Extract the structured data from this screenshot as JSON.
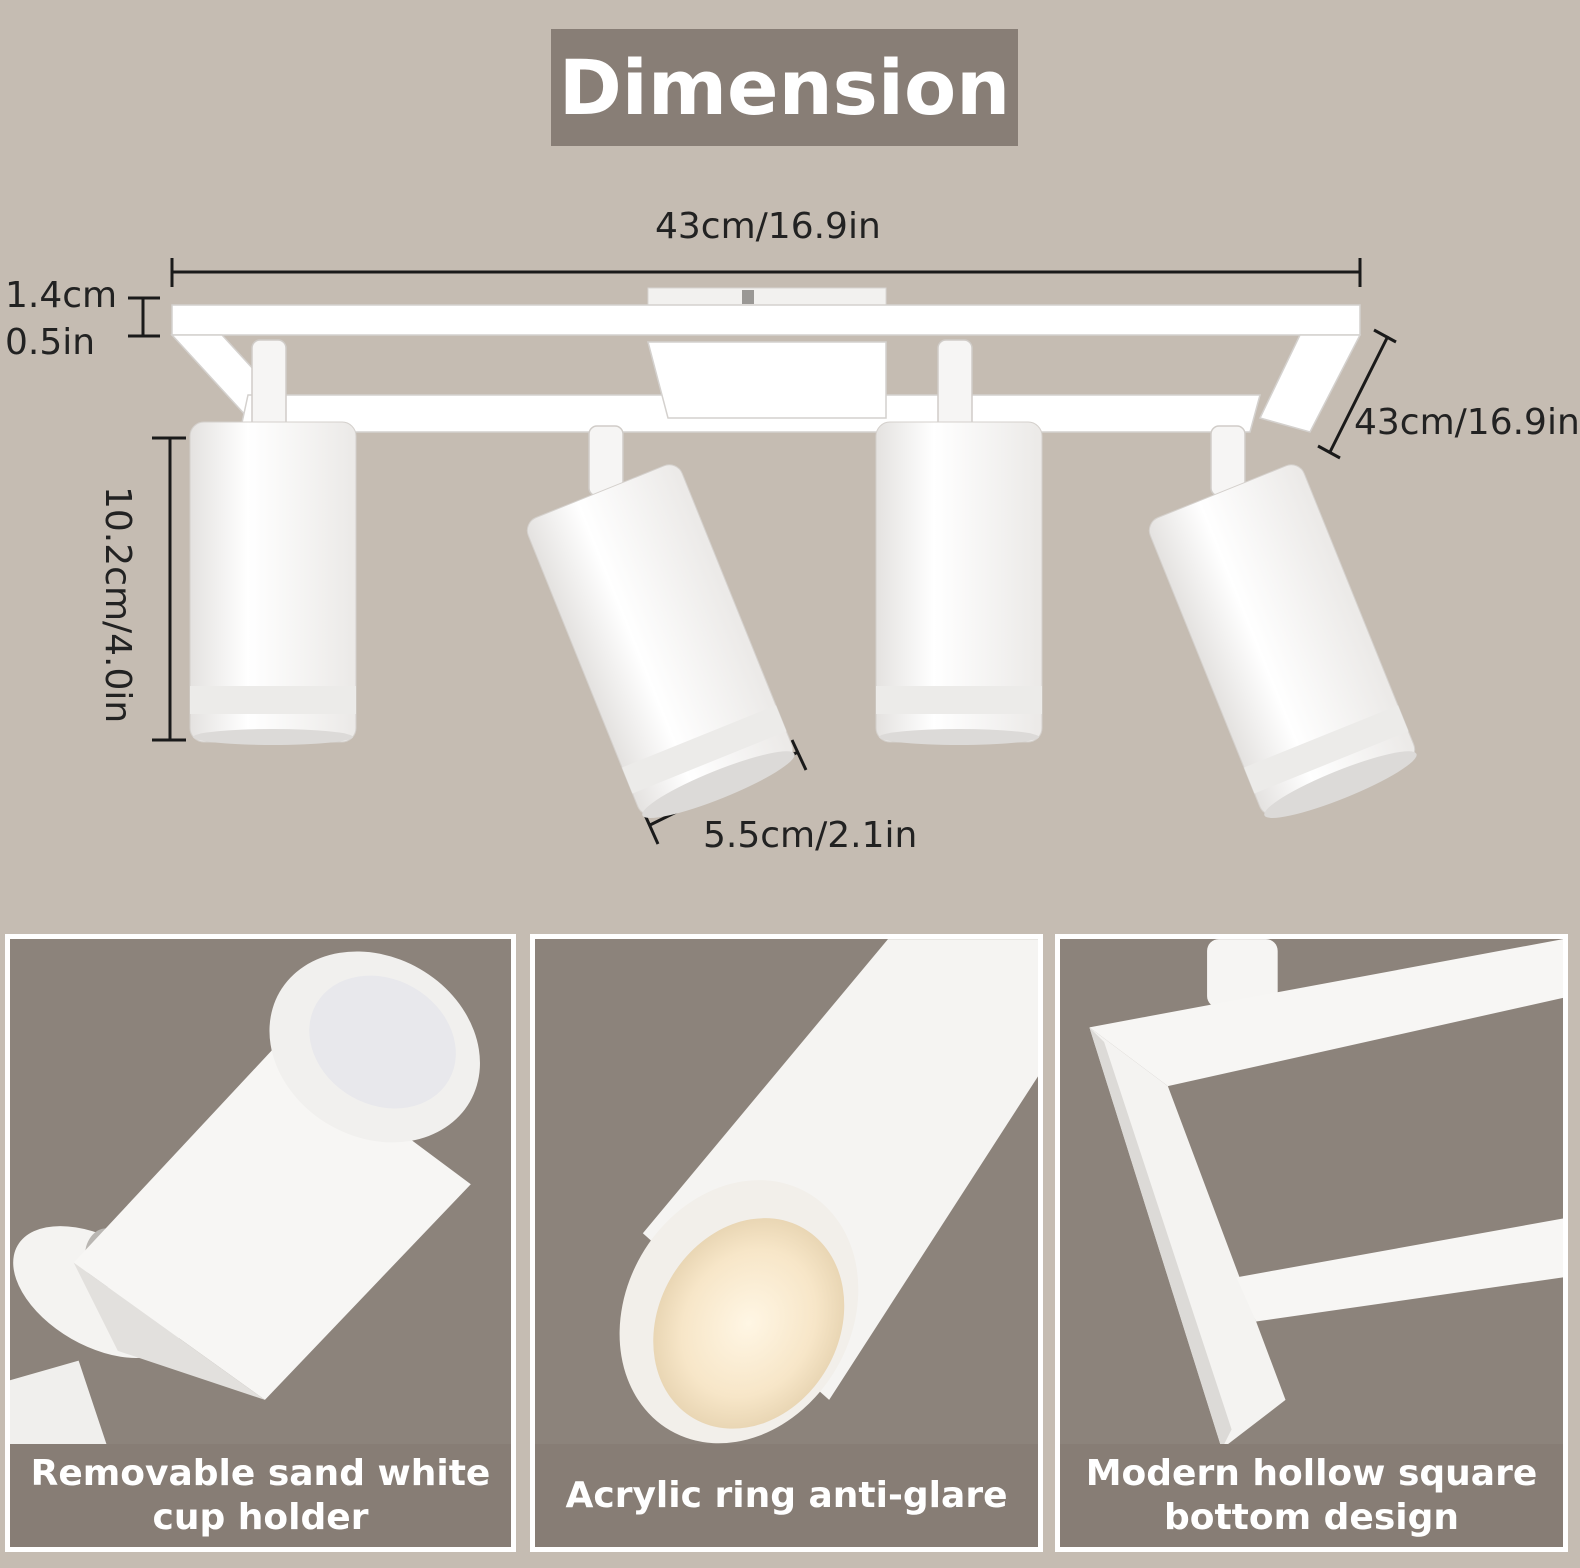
{
  "title": "Dimension",
  "dimensions": {
    "width": "43cm/16.9in",
    "thickness_cm": "1.4cm",
    "thickness_in": "0.5in",
    "depth": "43cm/16.9in",
    "height": "10.2cm/4.0in",
    "diameter": "5.5cm/2.1in"
  },
  "features": [
    {
      "caption": "Removable sand white cup holder"
    },
    {
      "caption": "Acrylic ring anti-glare"
    },
    {
      "caption": "Modern hollow square bottom design"
    }
  ],
  "colors": {
    "background": "#c5bcb2",
    "title_bar": "#887e76",
    "caption_bar": "#877d75",
    "fixture": "#ffffff"
  }
}
